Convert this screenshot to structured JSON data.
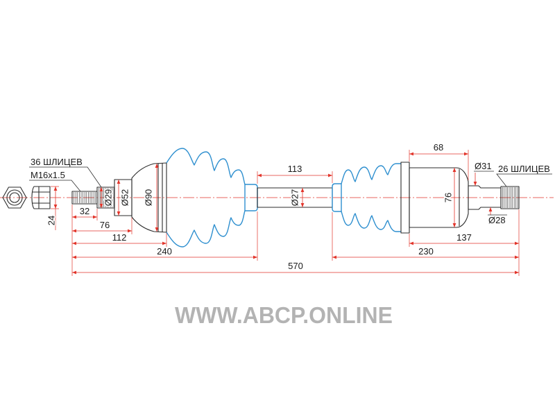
{
  "left_end": {
    "splines_label": "36 ШЛИЦЕВ",
    "thread_label": "M16x1.5",
    "nut_size": "24",
    "spline_diameter": "Ø29",
    "collar_diameter": "Ø52",
    "housing_diameter": "Ø90"
  },
  "shaft": {
    "length": "113",
    "diameter": "Ø27"
  },
  "right_end": {
    "housing_length": "68",
    "housing_diameter": "76",
    "collar_diameter": "Ø31",
    "splines_label": "26 ШЛИЦЕВ",
    "spline_diameter": "Ø28"
  },
  "lengths": {
    "thread": "32",
    "to_collar_end": "76",
    "to_boot_start": "112",
    "to_shaft_start": "240",
    "inner_end": "137",
    "inner_side": "230",
    "overall": "570"
  },
  "watermark": "WWW.ABCP.ONLINE",
  "colors": {
    "outline": "#2b2b2b",
    "dimension": "#e2352b",
    "boot": "#2e8fcf",
    "watermark": "#b3b3b3",
    "text": "#1a1a1a"
  }
}
